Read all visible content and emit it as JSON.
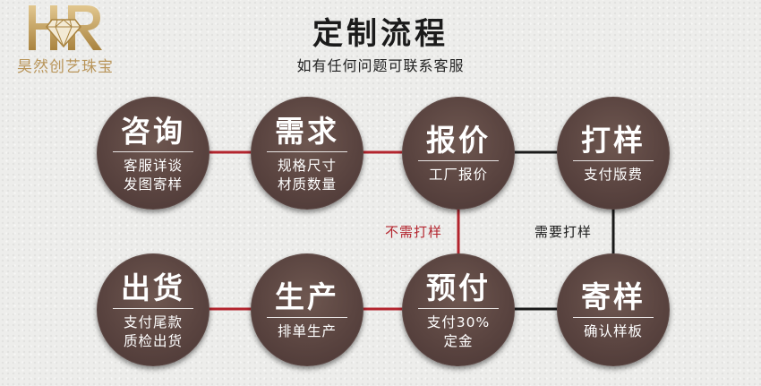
{
  "brand": {
    "name": "昊然创艺珠宝",
    "logo_letters": "HR",
    "color": "#b9955a"
  },
  "header": {
    "title": "定制流程",
    "subtitle": "如有任何问题可联系客服"
  },
  "nodes": [
    {
      "title": "咨询",
      "desc": [
        "客服详谈",
        "发图寄样"
      ]
    },
    {
      "title": "需求",
      "desc": [
        "规格尺寸",
        "材质数量"
      ]
    },
    {
      "title": "报价",
      "desc": [
        "工厂报价"
      ]
    },
    {
      "title": "打样",
      "desc": [
        "支付版费"
      ]
    },
    {
      "title": "寄样",
      "desc": [
        "确认样板"
      ]
    },
    {
      "title": "预付",
      "desc": [
        "支付30%",
        "定金"
      ]
    },
    {
      "title": "生产",
      "desc": [
        "排单生产"
      ]
    },
    {
      "title": "出货",
      "desc": [
        "支付尾款",
        "质检出货"
      ]
    }
  ],
  "labels": {
    "no_sample": "不需打样",
    "need_sample": "需要打样"
  },
  "colors": {
    "node": "#5a4440",
    "red_line": "#b3242d",
    "black_line": "#1a1a1a",
    "red_label": "#b3242d"
  }
}
